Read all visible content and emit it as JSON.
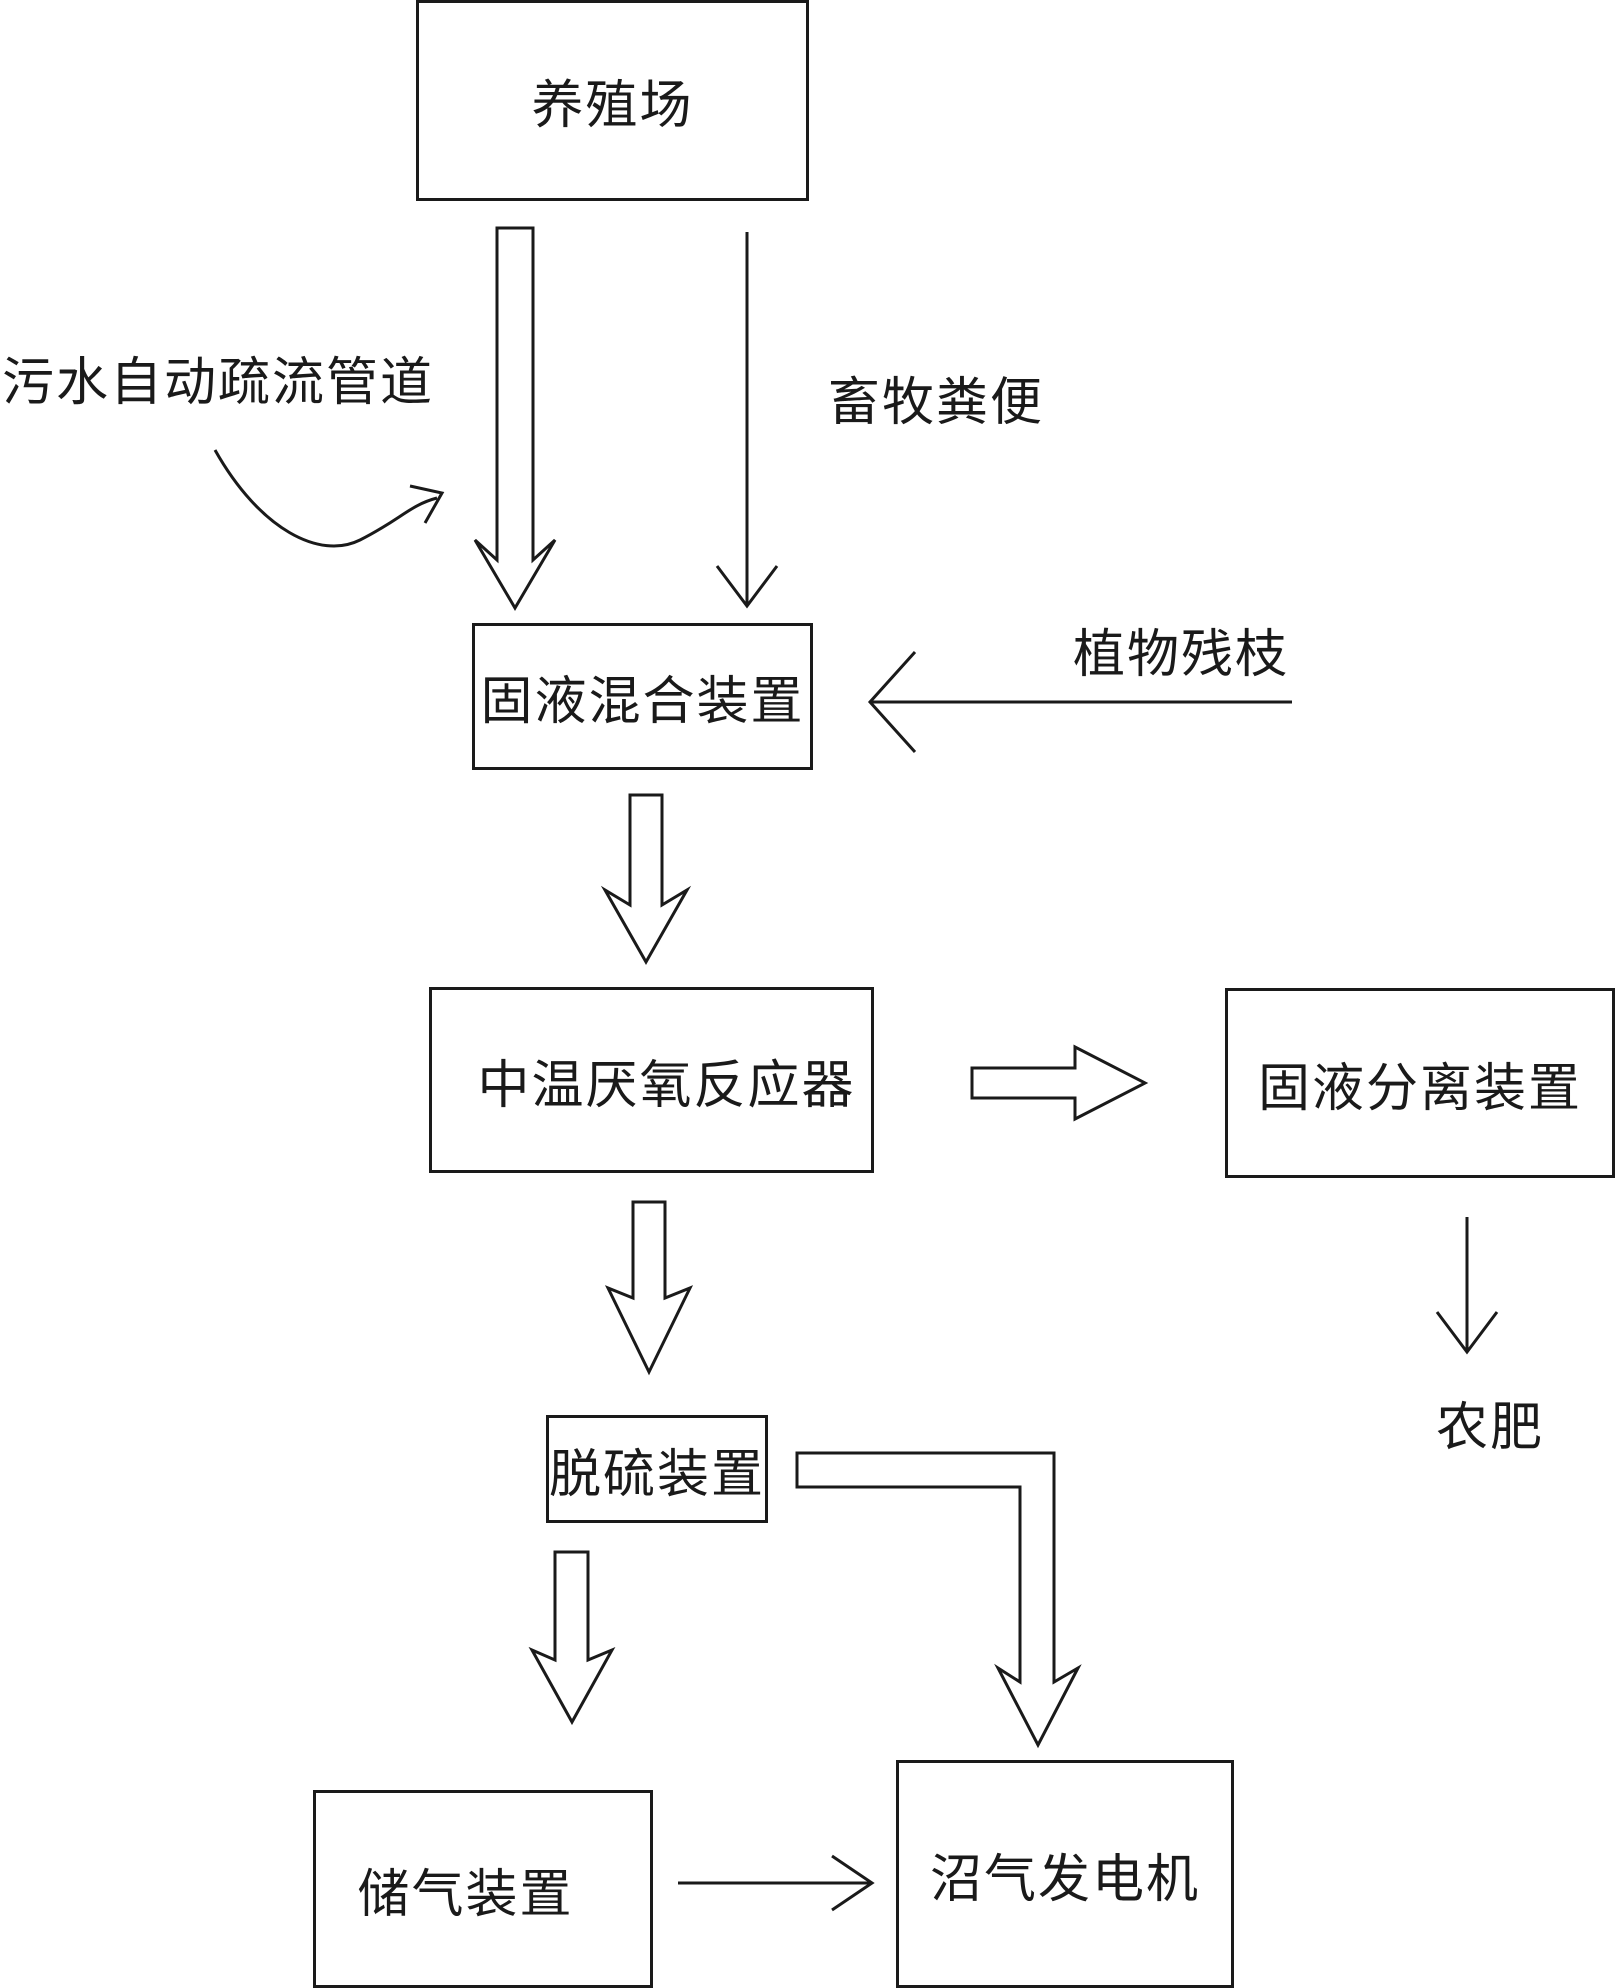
{
  "nodes": {
    "farm": "养殖场",
    "mixer": "固液混合装置",
    "reactor": "中温厌氧反应器",
    "separator": "固液分离装置",
    "desulfurizer": "脱硫装置",
    "gas_storage": "储气装置",
    "generator": "沼气发电机"
  },
  "labels": {
    "sewage_pipe": "污水自动疏流管道",
    "manure": "畜牧粪便",
    "plant_residue": "植物残枝",
    "fertilizer": "农肥"
  }
}
